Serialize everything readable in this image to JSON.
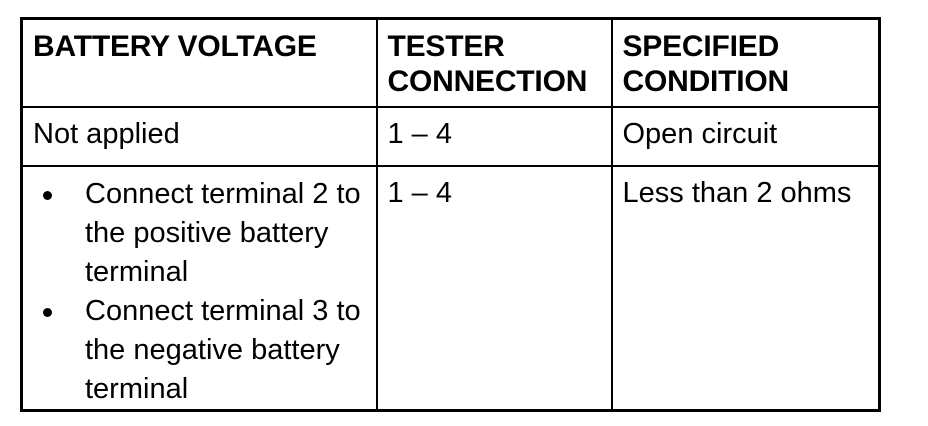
{
  "table": {
    "headers": [
      "BATTERY VOLTAGE",
      "TESTER\nCONNECTION",
      "SPECIFIED\nCONDITION"
    ],
    "rows": [
      {
        "battery_voltage": "Not applied",
        "tester_connection": "1 – 4",
        "specified_condition": "Open circuit"
      },
      {
        "battery_voltage_bullets": [
          "Connect terminal 2 to the positive battery terminal",
          "Connect terminal 3 to the negative battery terminal"
        ],
        "tester_connection": "1 – 4",
        "specified_condition": "Less than 2 ohms"
      }
    ]
  },
  "colors": {
    "background": "#ffffff",
    "text": "#000000",
    "border": "#000000"
  }
}
